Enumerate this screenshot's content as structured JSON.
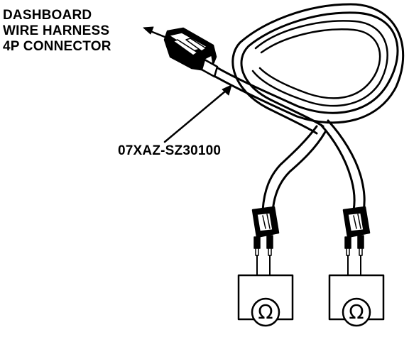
{
  "labels": {
    "connector_line1": "DASHBOARD",
    "connector_line2": "WIRE HARNESS",
    "connector_line3": "4P CONNECTOR",
    "part_number": "07XAZ-SZ30100"
  },
  "meters": {
    "left_symbol": "Ω",
    "right_symbol": "Ω"
  },
  "icons": {
    "connector": "4p-connector-icon",
    "ohmmeter": "ohmmeter-icon"
  },
  "colors": {
    "ink": "#000000",
    "background": "#ffffff"
  }
}
